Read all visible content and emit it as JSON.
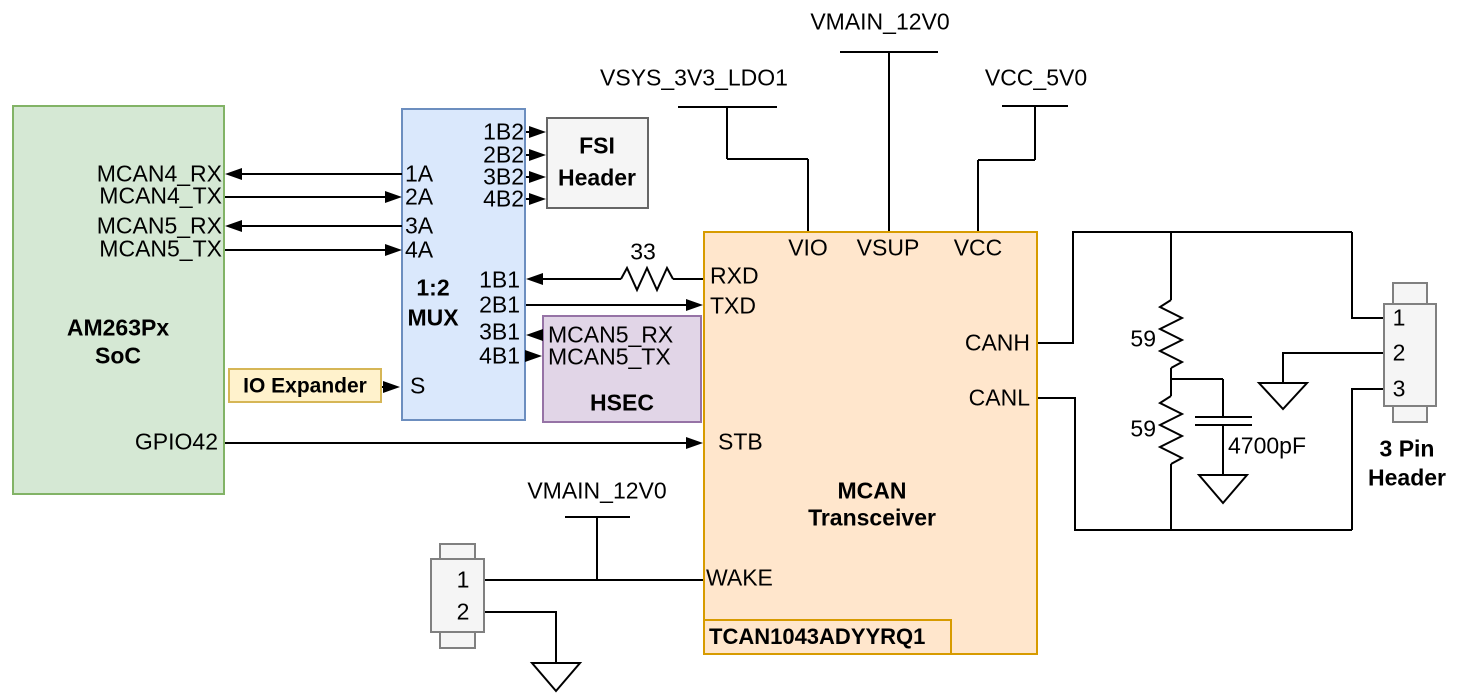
{
  "soc": {
    "title_line1": "AM263Px",
    "title_line2": "SoC",
    "signals": {
      "mcan4_rx": "MCAN4_RX",
      "mcan4_tx": "MCAN4_TX",
      "mcan5_rx": "MCAN5_RX",
      "mcan5_tx": "MCAN5_TX",
      "gpio42": "GPIO42"
    }
  },
  "mux": {
    "title_line1": "1:2",
    "title_line2": "MUX",
    "a_pins": [
      "1A",
      "2A",
      "3A",
      "4A"
    ],
    "select_pin": "S",
    "b2_pins": [
      "1B2",
      "2B2",
      "3B2",
      "4B2"
    ],
    "b1_pins": [
      "1B1",
      "2B1",
      "3B1",
      "4B1"
    ]
  },
  "fsi_header": {
    "title_line1": "FSI",
    "title_line2": "Header"
  },
  "io_expander": {
    "label": "IO Expander"
  },
  "hsec": {
    "title": "HSEC",
    "signal_rx": "MCAN5_RX",
    "signal_tx": "MCAN5_TX"
  },
  "transceiver": {
    "title_line1": "MCAN",
    "title_line2": "Transceiver",
    "part_number": "TCAN1043ADYYRQ1",
    "pins": {
      "vio": "VIO",
      "vsup": "VSUP",
      "vcc": "VCC",
      "rxd": "RXD",
      "txd": "TXD",
      "stb": "STB",
      "wake": "WAKE",
      "canh": "CANH",
      "canl": "CANL"
    }
  },
  "power_rails": {
    "vsys": "VSYS_3V3_LDO1",
    "vmain_top": "VMAIN_12V0",
    "vcc": "VCC_5V0",
    "vmain_bottom": "VMAIN_12V0"
  },
  "components": {
    "series_resistor": "33",
    "term_resistor_top": "59",
    "term_resistor_bottom": "59",
    "capacitor": "4700pF"
  },
  "header_3pin": {
    "title_line1": "3 Pin",
    "title_line2": "Header",
    "pins": [
      "1",
      "2",
      "3"
    ]
  },
  "connector_2pin": {
    "pins": [
      "1",
      "2"
    ]
  },
  "colors": {
    "soc_fill": "#d5e8d4",
    "soc_stroke": "#82b366",
    "mux_fill": "#dae8fc",
    "mux_stroke": "#6c8ebf",
    "transceiver_fill": "#ffe6cc",
    "transceiver_stroke": "#d79b00",
    "io_expander_fill": "#fff2cc",
    "io_expander_stroke": "#d6b656",
    "hsec_fill": "#e1d5e7",
    "hsec_stroke": "#9673a6",
    "connector_fill": "#f5f5f5",
    "connector_stroke": "#808080",
    "wire": "#000000"
  }
}
